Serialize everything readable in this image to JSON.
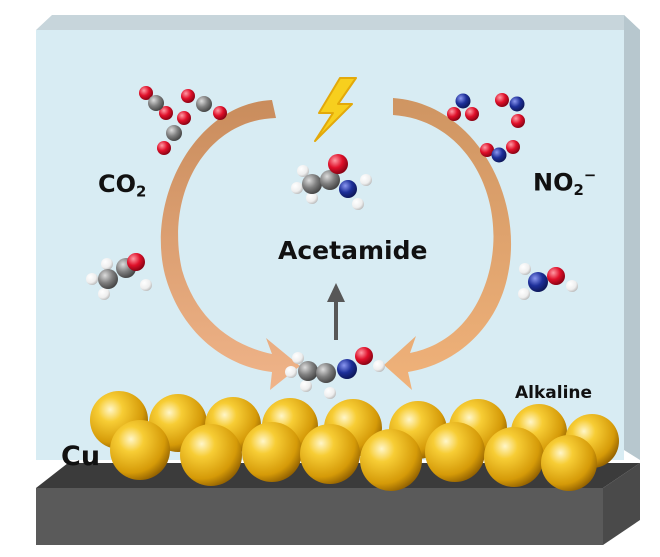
{
  "labels": {
    "co2": {
      "base": "CO",
      "sub": "2"
    },
    "no2": {
      "base": "NO",
      "sub": "2",
      "sup": "−"
    },
    "product": "Acetamide",
    "medium": "Alkaline",
    "electrode": "Cu"
  },
  "colors": {
    "electrolyte": "#d8ecf3",
    "box_top": "#c7d5db",
    "box_side": "#b7c7ce",
    "substrate_front": "#5a5a5a",
    "substrate_top": "#3b3b3b",
    "copper": "#e9b318",
    "carbon": "#7c7c7c",
    "oxygen": "#e0102a",
    "nitrogen": "#1d2f99",
    "hydrogen": "#f2f2f2",
    "arrow_left": "#d89a68",
    "arrow_right": "#d9a26f",
    "lightning": "#f7cf1e"
  },
  "icons": {
    "energy": "lightning-bolt-icon",
    "reaction": "up-arrow-icon"
  }
}
